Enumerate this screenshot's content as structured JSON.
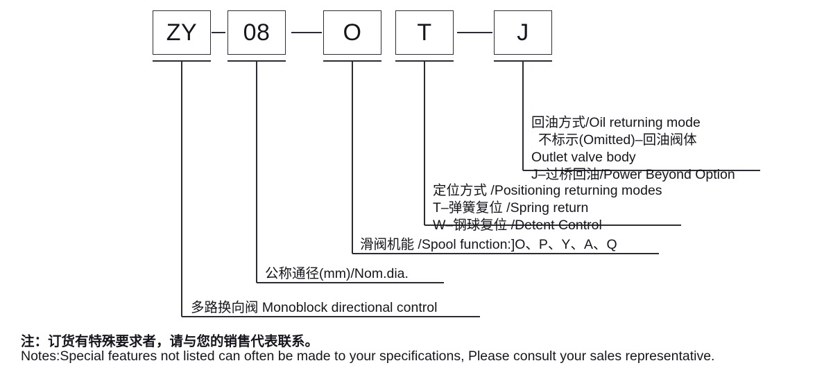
{
  "diagram": {
    "title": "ZY series monoblock directional control valve model code",
    "line_color": "#2b2b33",
    "text_color": "#15151c",
    "background": "#ffffff",
    "code_boxes": [
      {
        "id": "series",
        "value": "ZY"
      },
      {
        "id": "nominal-dia",
        "value": "08"
      },
      {
        "id": "spool",
        "value": "O"
      },
      {
        "id": "positioning",
        "value": "T"
      },
      {
        "id": "oil-return",
        "value": "J"
      }
    ],
    "separators": [
      "–",
      "—",
      "",
      "—"
    ],
    "annotations": [
      {
        "id": "oil-returning-mode",
        "lines": [
          "回油方式/Oil returning mode",
          "不标示(Omitted)–回油阀体",
          "Outlet valve body",
          "J–过桥回油/Power Beyond Option"
        ]
      },
      {
        "id": "positioning-modes",
        "lines": [
          "定位方式 /Positioning returning modes",
          "T–弹簧复位 /Spring return",
          "W–钢球复位 /Detent Control"
        ]
      },
      {
        "id": "spool-function",
        "lines": [
          "滑阀机能 /Spool function:]O、P、Y、A、Q"
        ]
      },
      {
        "id": "nominal-diameter",
        "lines": [
          "公称通径(mm)/Nom.dia."
        ]
      },
      {
        "id": "product-type",
        "lines": [
          "多路换向阀 Monoblock directional control"
        ]
      }
    ]
  },
  "footer": {
    "note_cn": "注：订货有特殊要求者，请与您的销售代表联系。",
    "note_en": "Notes:Special features not listed can often be made to your specifications, Please consult your sales representative."
  }
}
